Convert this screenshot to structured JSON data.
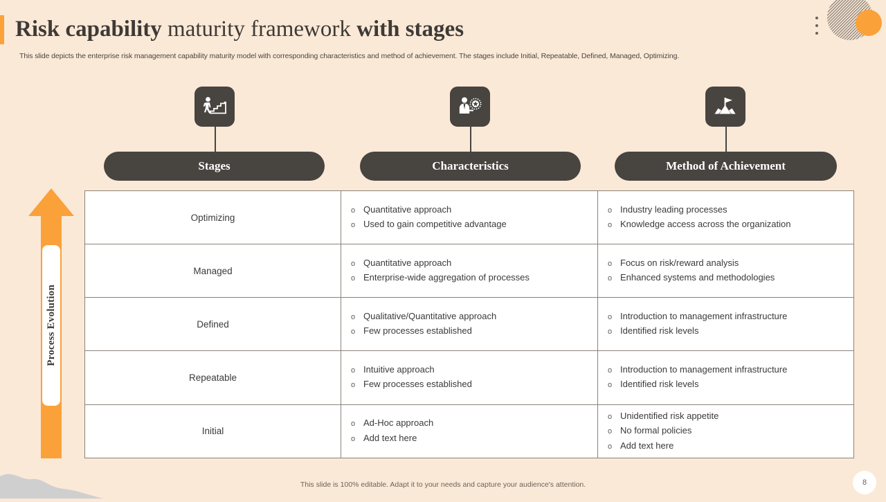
{
  "header": {
    "title_part1": "Risk capability",
    "title_part2": "maturity framework",
    "title_part3": "with stages",
    "subtitle": "This slide depicts the enterprise risk management capability maturity model with corresponding characteristics and method of achievement. The stages include Initial, Repeatable, Defined, Managed, Optimizing."
  },
  "columns": [
    {
      "label": "Stages",
      "icon": "person-climbing-stairs-icon"
    },
    {
      "label": "Characteristics",
      "icon": "person-quality-badge-icon"
    },
    {
      "label": "Method of Achievement",
      "icon": "flag-on-mountain-icon"
    }
  ],
  "axis": {
    "label": "Process Evolution",
    "arrow_direction": "up",
    "arrow_color": "#fba13a"
  },
  "rows": [
    {
      "stage": "Optimizing",
      "characteristics": [
        "Quantitative   approach",
        "Used to gain competitive advantage"
      ],
      "method": [
        "Industry  leading processes",
        "Knowledge access across the organization"
      ]
    },
    {
      "stage": "Managed",
      "characteristics": [
        "Quantitative   approach",
        "Enterprise-wide aggregation of processes"
      ],
      "method": [
        "Focus on risk/reward analysis",
        "Enhanced systems and methodologies"
      ]
    },
    {
      "stage": "Defined",
      "characteristics": [
        "Qualitative/Quantitative   approach",
        "Few processes established"
      ],
      "method": [
        "Introduction  to management infrastructure",
        "Identified risk levels"
      ]
    },
    {
      "stage": "Repeatable",
      "characteristics": [
        "Intuitive  approach",
        "Few processes established"
      ],
      "method": [
        "Introduction  to management infrastructure",
        "Identified risk levels"
      ]
    },
    {
      "stage": "Initial",
      "characteristics": [
        "Ad-Hoc approach",
        "Add text here"
      ],
      "method": [
        "Unidentified risk appetite",
        "No formal policies",
        "Add text here"
      ]
    }
  ],
  "bullet_mark": "o",
  "footer": {
    "note": "This slide is 100% editable. Adapt it to your needs and capture your audience's attention.",
    "page_number": "8"
  },
  "theme": {
    "background": "#fbe9d7",
    "accent_orange": "#fba13a",
    "dark": "#484440",
    "panel_white": "#ffffff"
  }
}
